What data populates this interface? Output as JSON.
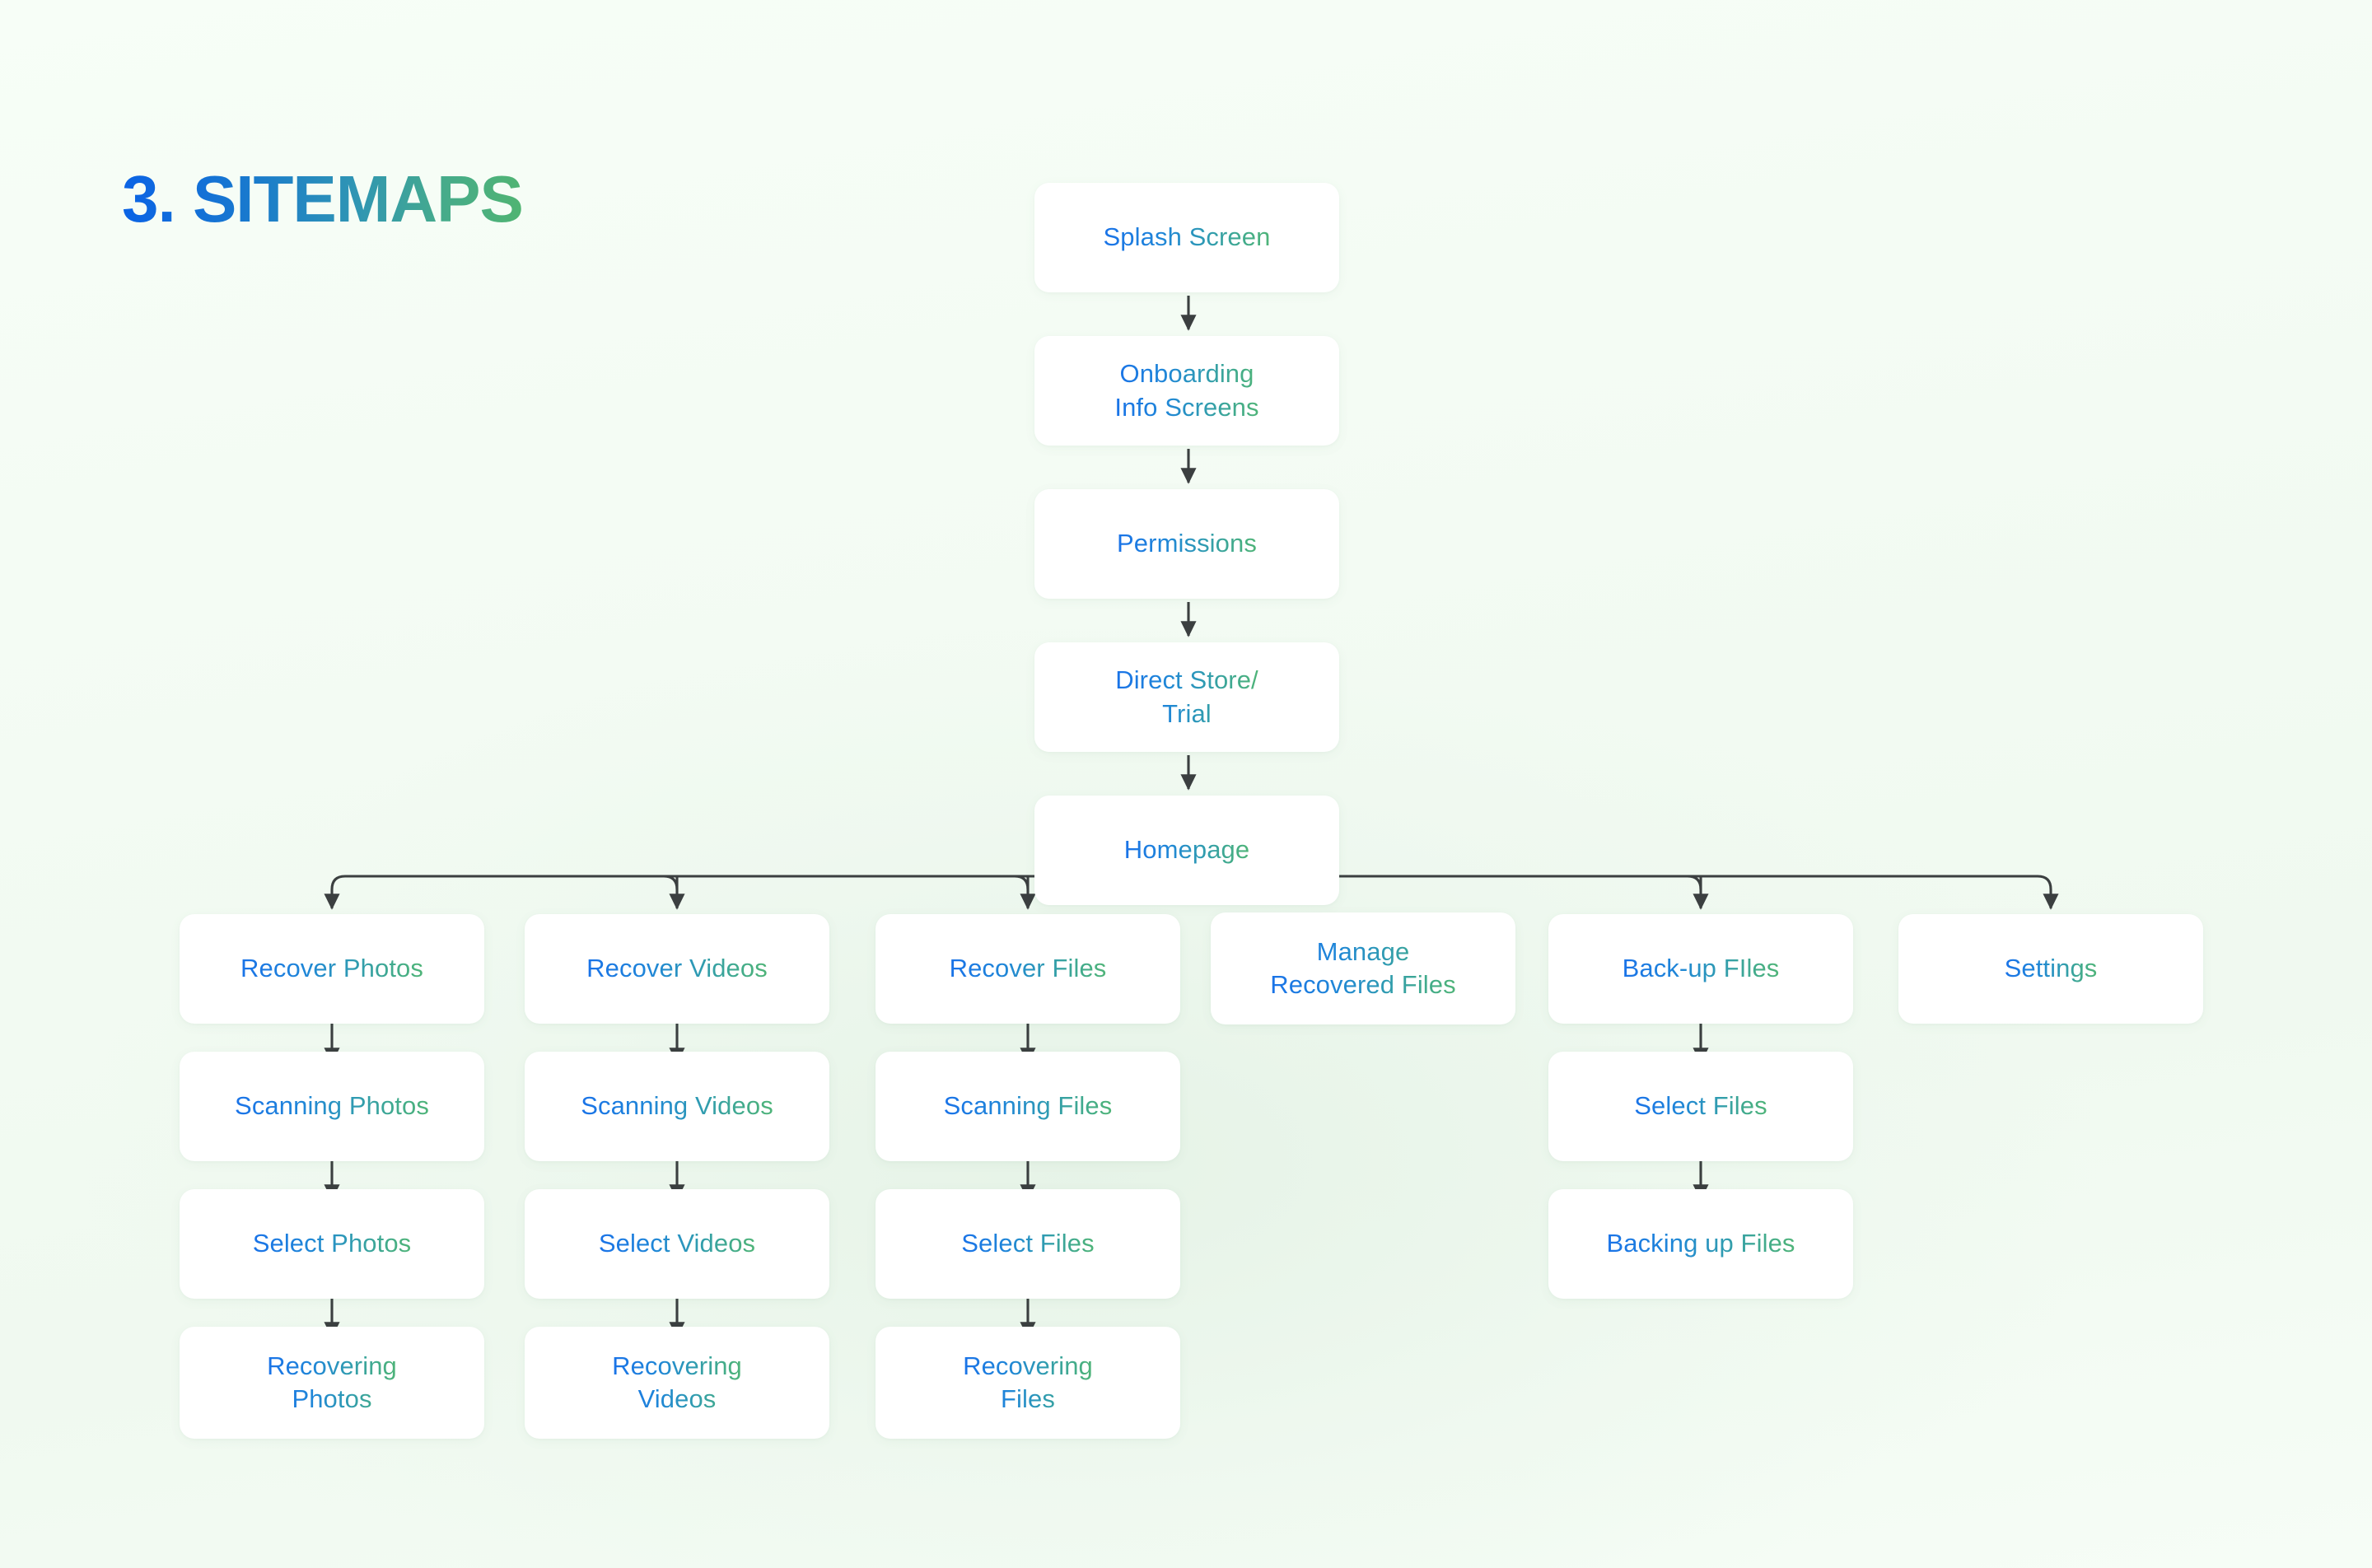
{
  "page": {
    "title": "3. SITEMAPS",
    "background_color": "#f5fdf5",
    "accent_gradient_start": "#1a73e8",
    "accent_gradient_end": "#4fb478"
  },
  "nodes": {
    "splash": "Splash Screen",
    "onboarding": "Onboarding\nInfo Screens",
    "permissions": "Permissions",
    "direct_store": "Direct Store/\nTrial",
    "homepage": "Homepage",
    "recover_photos": "Recover Photos",
    "recover_videos": "Recover Videos",
    "recover_files": "Recover Files",
    "manage_recovered": "Manage\nRecovered Files",
    "backup_files": "Back-up FIles",
    "settings": "Settings",
    "scanning_photos": "Scanning Photos",
    "scanning_videos": "Scanning Videos",
    "scanning_files": "Scanning Files",
    "select_photos": "Select Photos",
    "select_videos": "Select Videos",
    "select_files": "Select Files",
    "recovering_photos": "Recovering\nPhotos",
    "recovering_videos": "Recovering\nVideos",
    "recovering_files": "Recovering\nFiles",
    "backup_select_files": "Select Files",
    "backing_up_files": "Backing up Files"
  }
}
